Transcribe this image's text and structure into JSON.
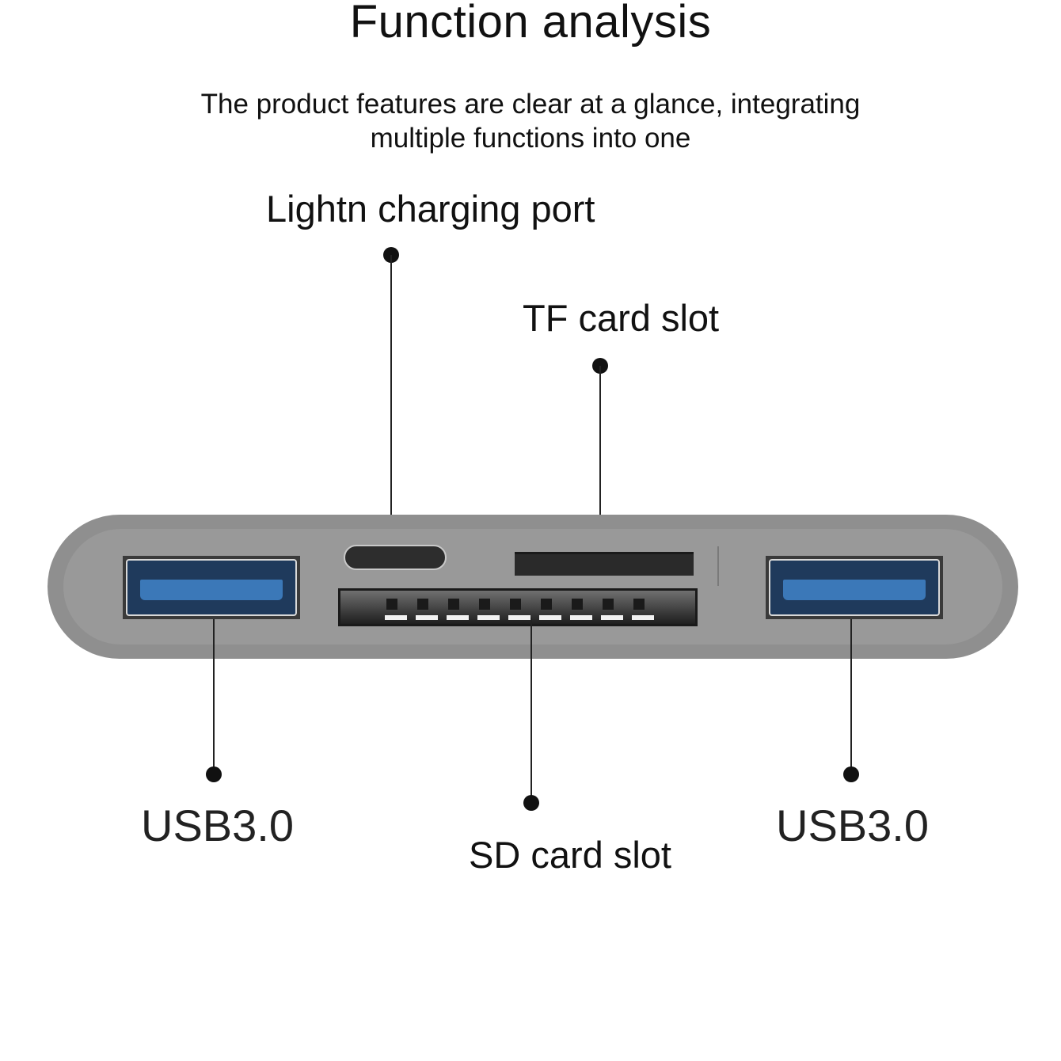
{
  "header": {
    "title": "Function analysis",
    "subtitle_line1": "The product features are clear at a glance, integrating",
    "subtitle_line2": "multiple functions into one"
  },
  "callouts": {
    "lightning_port": "Lightn charging port",
    "tf_slot": "TF card slot",
    "usb_left": "USB3.0",
    "sd_slot": "SD card slot",
    "usb_right": "USB3.0"
  },
  "colors": {
    "device_body": "#999999",
    "usb_blue": "#3b78b8",
    "background": "#ffffff"
  },
  "sd_pin_count": 9
}
